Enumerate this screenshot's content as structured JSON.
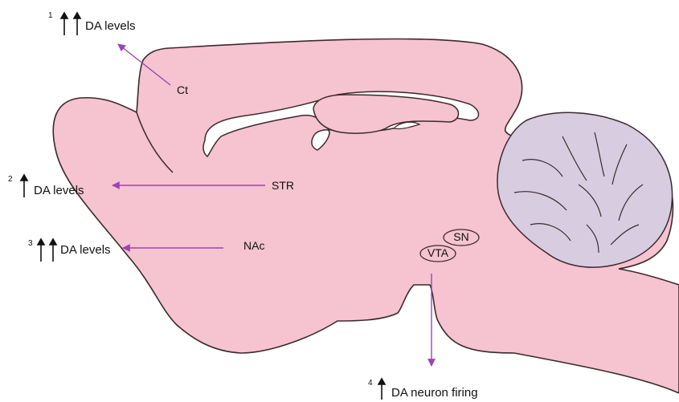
{
  "colors": {
    "brain_fill": "#f6c3d0",
    "brain_stroke": "#3a2a2e",
    "cerebellum_fill": "#d8cce0",
    "arrow_color": "#9b44b4",
    "up_arrow_color": "#111111"
  },
  "regions": {
    "ct": "Ct",
    "str": "STR",
    "nac": "NAc",
    "sn": "SN",
    "vta": "VTA"
  },
  "annotations": [
    {
      "number": "1",
      "up_arrows": 2,
      "text": "DA levels",
      "target": "Ct"
    },
    {
      "number": "2",
      "up_arrows": 1,
      "text": "DA levels",
      "target": "STR"
    },
    {
      "number": "3",
      "up_arrows": 2,
      "text": "DA levels",
      "target": "NAc"
    },
    {
      "number": "4",
      "up_arrows": 1,
      "text": "DA neuron firing",
      "target": "VTA"
    }
  ]
}
